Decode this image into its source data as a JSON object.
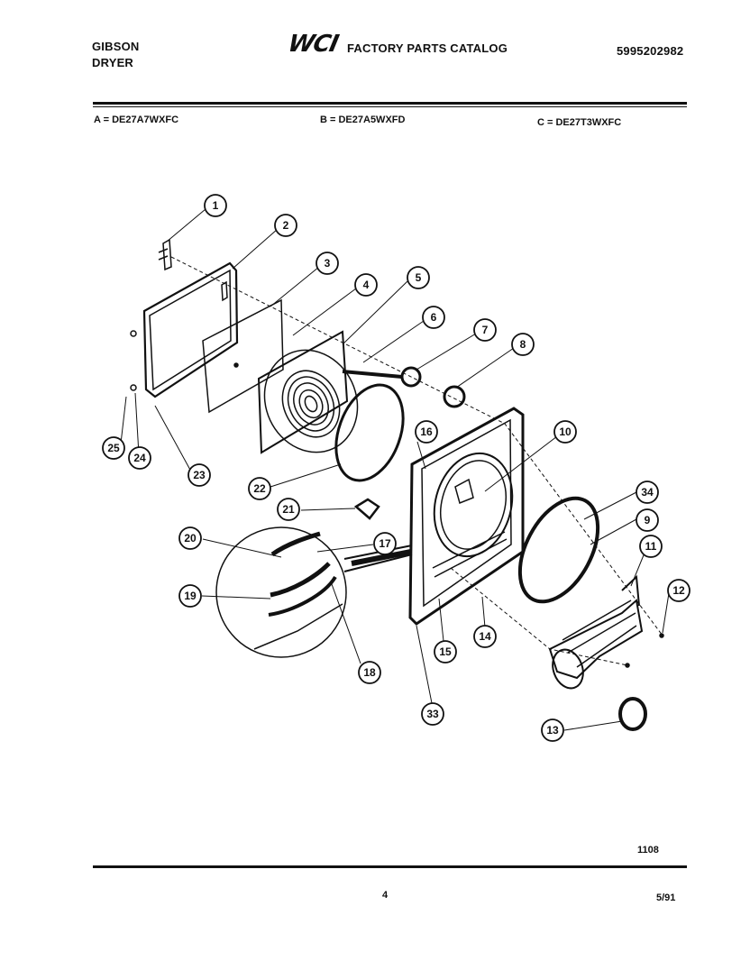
{
  "header": {
    "brand": "GIBSON",
    "product": "DRYER",
    "logo": "WCI",
    "catalog_title": "FACTORY PARTS CATALOG",
    "catalog_number": "5995202982"
  },
  "models": [
    {
      "key": "A",
      "text": "A = DE27A7WXFC"
    },
    {
      "key": "B",
      "text": "B = DE27A5WXFD"
    },
    {
      "key": "C",
      "text": "C = DE27T3WXFC"
    }
  ],
  "callouts": [
    "1",
    "2",
    "3",
    "4",
    "5",
    "6",
    "7",
    "8",
    "10",
    "16",
    "25",
    "24",
    "23",
    "22",
    "21",
    "20",
    "17",
    "19",
    "18",
    "34",
    "9",
    "11",
    "12",
    "14",
    "15",
    "33",
    "13"
  ],
  "footer": {
    "figure_number": "1108",
    "page_number": "4",
    "date": "5/91"
  }
}
